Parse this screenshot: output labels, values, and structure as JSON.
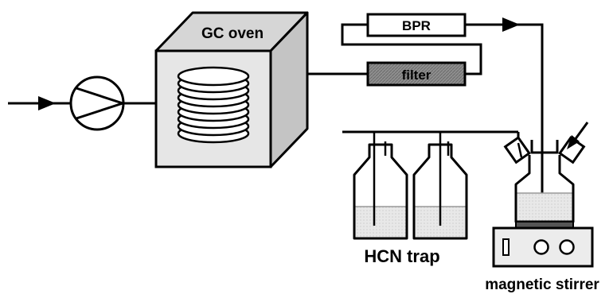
{
  "labels": {
    "gc_oven": "GC oven",
    "bpr": "BPR",
    "filter": "filter",
    "hcn_trap": "HCN trap",
    "magnetic_stirrer": "magnetic stirrer"
  },
  "colors": {
    "line": "#000000",
    "oven_front": "#e6e6e6",
    "oven_top": "#d6d6d6",
    "oven_side": "#c4c4c4",
    "filter_fill": "#9a9a9a",
    "liquid": "#e8e8e8",
    "stirrer_body": "#ececec"
  },
  "icons": {
    "pump": "pump-icon",
    "coil": "column-coil-icon",
    "flow_arrow": "flow-arrow-icon"
  }
}
